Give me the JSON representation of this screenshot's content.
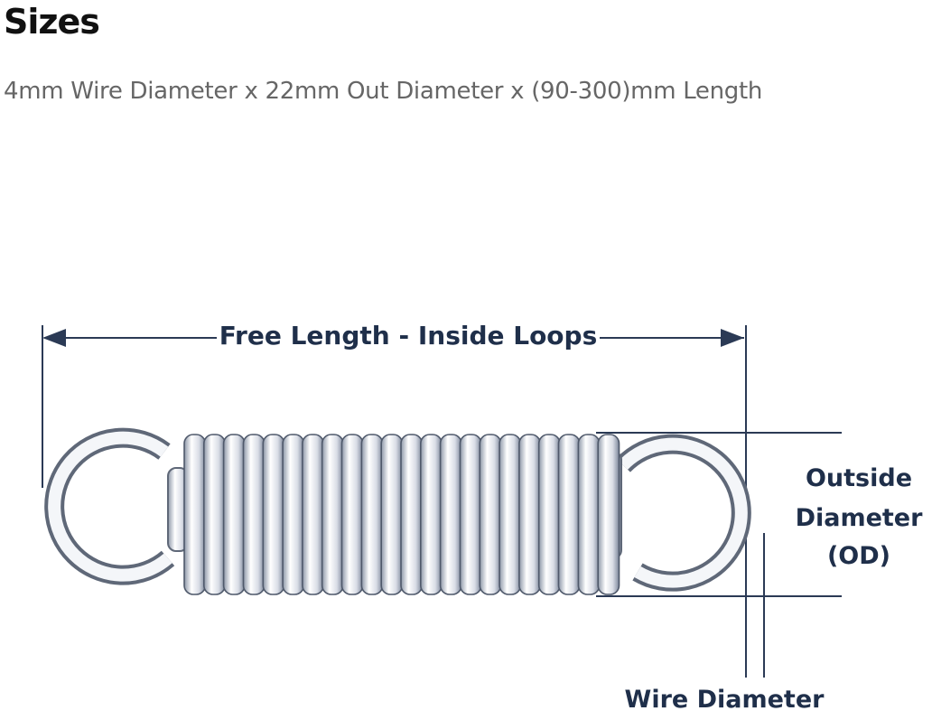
{
  "heading": "Sizes",
  "spec": "4mm Wire Diameter x 22mm Out Diameter x (90-300)mm Length",
  "diagram": {
    "free_length_label": "Free Length - Inside Loops",
    "od_label_line1": "Outside",
    "od_label_line2": "Diameter",
    "od_label_line3": "(OD)",
    "wire_diameter_label": "Wire Diameter",
    "line_color": "#2b3a55"
  }
}
